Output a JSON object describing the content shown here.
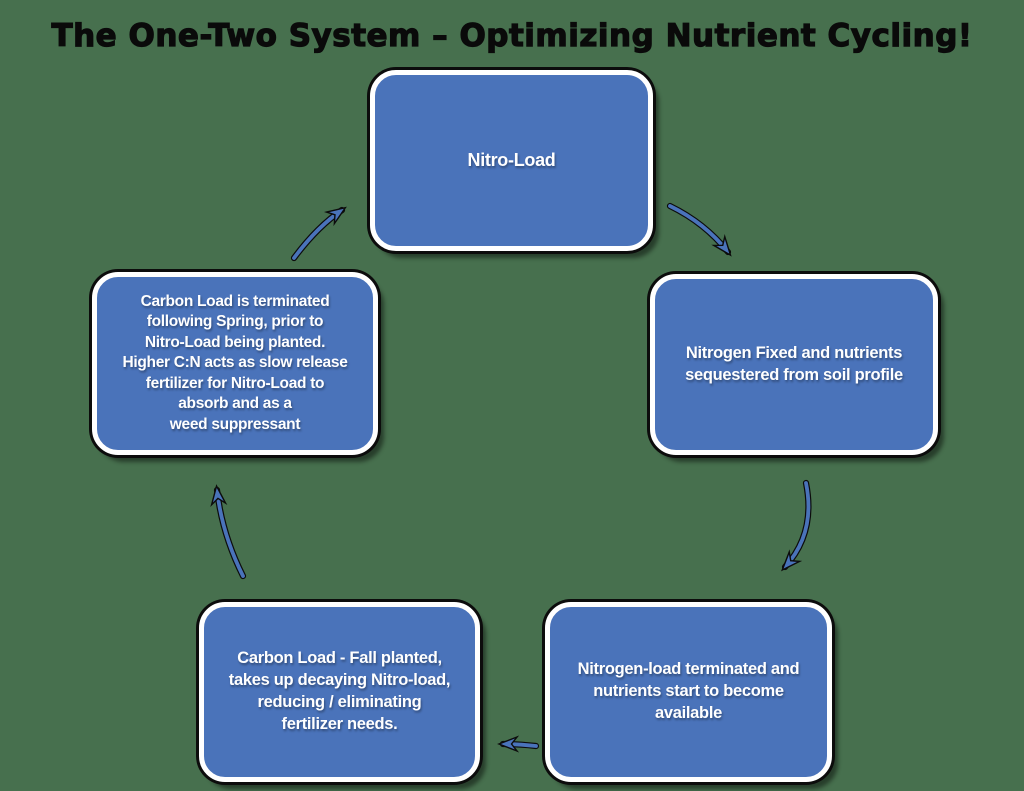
{
  "title": "The One-Two System – Optimizing Nutrient Cycling!",
  "colors": {
    "background": "#47704e",
    "box_fill": "#4a73ba",
    "box_border": "#ffffff",
    "box_outline": "#0c0c0c",
    "box_text": "#ffffff",
    "arrow": "#4a73ba",
    "title_text": "#0a0a0a"
  },
  "diagram": {
    "type": "cycle-diagram",
    "direction": "clockwise",
    "nodes": [
      {
        "id": "nitro-load",
        "label": "Nitro-Load"
      },
      {
        "id": "nitrogen-fixed",
        "label": "Nitrogen Fixed and nutrients\nsequestered from soil profile"
      },
      {
        "id": "nitrogen-load-terminated",
        "label": "Nitrogen-load terminated and\nnutrients start to become\navailable"
      },
      {
        "id": "carbon-load-planted",
        "label": "Carbon Load - Fall planted,\ntakes up decaying Nitro-load,\nreducing / eliminating\nfertilizer needs."
      },
      {
        "id": "carbon-load-terminated",
        "label": "Carbon Load is terminated\nfollowing Spring, prior to\nNitro-Load being planted.\nHigher C:N acts as slow release\nfertilizer for Nitro-Load to\nabsorb and as a\nweed suppressant"
      }
    ],
    "edges": [
      {
        "from": "nitro-load",
        "to": "nitrogen-fixed"
      },
      {
        "from": "nitrogen-fixed",
        "to": "nitrogen-load-terminated"
      },
      {
        "from": "nitrogen-load-terminated",
        "to": "carbon-load-planted"
      },
      {
        "from": "carbon-load-planted",
        "to": "carbon-load-terminated"
      },
      {
        "from": "carbon-load-terminated",
        "to": "nitro-load"
      }
    ]
  }
}
